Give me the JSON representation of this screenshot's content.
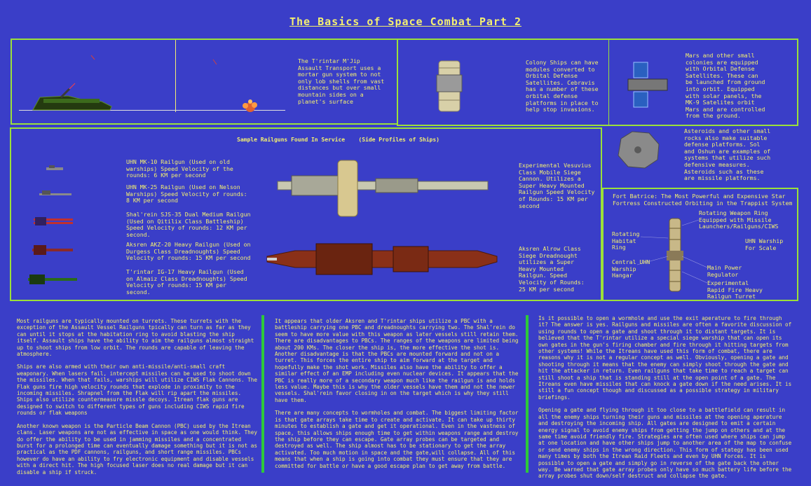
{
  "title": "The Basics of Space Combat Part 2",
  "assault": {
    "text": "The T'rintar M'Jip\nAssault Transport uses a\nmortar gun system to not\nonly lob shells from vast\ndistances but over small\nmountain sides on a\nplanet's surface"
  },
  "colony": {
    "text": "Colony Ships can have\nmodules converted to\nOrbital Defense\nSatellites. Cebravis\nhas a number of these\norbital defense\nplatforms in place to\nhelp stop invasions."
  },
  "mars": {
    "text": "Mars and other small\ncolonies are equipped\nwith Orbital Defense\nSatellites. These can\nbe launched from ground\ninto orbit. Equipped\nwith solar panels, the\nMK-9 Satelites orbit\nMars and are controlled\nfrom the ground."
  },
  "asteroids": {
    "text": "Asteroids and other small\nrocks also make suitable\ndefense platforms. Sol\nand Oshun are examples of\nsystems that utilize such\ndefensive measures.\nAsteroids such as these\nare missile platforms."
  },
  "railguns": {
    "heading": "Sample Railguns Found In Service    (Side Profiles of Ships)",
    "items": [
      "UHN MK-10 Railgun (Used on old\nwarships) Speed Velocity of the\nrounds: 6 KM per second",
      "UHN MK-25 Railgun (Used on Nelson\nWarships) Speed Velocity of rounds:\n8 KM per second",
      "Shal'rein SJS-35  Dual Medium Railgun\n(Used on Qitilix Class Battleship)\nSpeed Velocity of rounds: 12 KM per\nsecond.",
      "Aksren AKZ-20 Heavy Railgun (Used on\nDurgess Class Dreadnoughts) Speed\nVelocity of rounds: 15 KM per second",
      "T'rintar IG-17 Heavy Railgun (Used\non Almaiz Class Dreadnoughts) Speed\nVelocity of rounds: 15 KM per\nsecond."
    ],
    "vesuvius": "Experimental Vesuvius\nClass Mobile Siege\nCannon. Utilizes a\nSuper Heavy Mounted\nRailgun Speed Velocity\nof Rounds: 15 KM per\nsecond",
    "alrow": "Aksren Alrow Class\nSiege Dreadnought\nutilizes a Super\nHeavy Mounted\nRailgun. Speed\nVelocity of Rounds:\n25 KM per second"
  },
  "fortress": {
    "heading": "Fort Batrice: The Most Powerful and Expensive Star\nFortress Constructed Orbiting in the Trappist System",
    "ring": "Rotating Weapon Ring\nEquipped with Missile\nLaunchers/Railguns/CIWS",
    "habitat": "Rotating\nHabitat\nRing",
    "hangar": "Central UHN\nWarship\nHangar",
    "scale": "UHN Warship\nFor Scale",
    "power": "Main Power\nRegulator",
    "turret": "Experimental\nRapid Fire Heavy\nRailgun Turret"
  },
  "columns": {
    "col1": [
      "Most railguns are typically mounted on turrets. These turrets with the exception of the Assault Vessel Railguns tpically can turn as far as they can until it stops at the habitation ring to avoid blasting the ship itself. Assault ships have the ability to aim the railguns almost straight up to shoot ships from low orbit. The rounds are capable of leaving the atmosphere.",
      "Ships are also armed with their own anti-missile/anti-small craft weaponary. When lasers fail, intercept missiles can be used to shoot down the missiles. When that fails, warships will utilize CIWS Flak Cannons. The Flak guns fire high velocity rounds that explode in proximity to the incoming missiles. Shrapnel from the Flak will rip apart the missiles. Ships also utilize countermeasure missle decoys. Itrean flak guns are designed to switch to different types of guns including CIWS rapid fire rounds or flak weapons",
      "Another known weapon is the Particle Beam Cannon (PBC) used by the Itrean clans. Laser weapons are not as effective in space as one would think. They do offer the ability to be used in jamming missiles and a concentrated burst for a prolonged time can eventually damage something but it is not as practical as the PDF cannons, railguns, and short range missiles. PBCs however do have an ability to fry electronic equipment and disable vessels with a direct hit. The high focused laser does no real damage but it can disable a ship if struck."
    ],
    "col2": [
      "It appears that older Aksren and T'rintar ships utilize a PBC with a battleship carrying one PBC and dreadnoughts carrying two. The Shal'rein do seem to have more value with this weapon as later vessels still retain them. There are disadvantages to PBCs. The ranges of the weapons are limited being about 200 KMs. The closer the ship is, the more effective the shot is. Another disadvantage is that the PBCs are mounted forward and not on a turret. This forces the entire ship to aim forward at the target and hopefully make the shot work. Missiles also have the ability to offer a similar effect of an EMP including even nuclear devices. It appears that the PBC is really more of a secondary weapon much like the railgun is and holds less value. Maybe this is why the older vessels have them and not the newer vessels. Shal'rein favor closing in on the target which is why they still have them.",
      "There are many concepts to wormholes and combat. The biggest limiting factor is that gate arrays take time to create and activate. It can take up thirty minutes to establish a gate and get it operational. Even in the vastness of space, this allows ships enough time to get within weapons range and destroy the ship before they can escape. Gate array probes can be targeted and destroyed as well. The ship almost has to be stationary to get the array activated. Too much motion in space and the gate,will collapse. All of this means that when a ship is going into combat they must ensure that they are committed for battle or have a good escape plan to get away from battle."
    ],
    "col3": [
      "Is it possible to open a wormhole and use the exit aperature to fire through it? The answer is yes. Railguns and missiles are often a favorite discussion of using rounds to open a gate and shoot through it to distant targets. It is believed that the T'rintar utilize a special siege warship that can open its own gates in the gun's firing chamber and fire through it hitting targets from other systems! While the Itreans have used this form of combat, there are reasons why it is not a regular concept as well. Obviously, opening a gate and shooting through it means that the enemy can simply shoot through the gate and hit the attacker in return. Even railguns that take time to reach a target can still shoot a ship that is standing still at the open point of a gate. The Itreans even have missiles that can knock a gate down if the need arises. It is still a fun concept though and discussed as a possible strategy in military briefings.",
      "Opening a gate and flying through it too close to a battlefield can result in all the enemy ships turning their guns and missiles at the opening aperature and destroying the incoming ship. All gates are designed to emit a certain energy signal to avoid enemy ships from getting the jump on others and at the same time avoid friendly fire. Strategies are often used where ships can jump at one location and have other ships jump to another area of the map to confuse or send enemy ships in the wrong direction. This form of stategy has been used many times by both the Itrean Raid Fleets and even by UHN Forces. It is possible to open a gate and simply go in reverse of the gate back the other way. Be warned that gate array probes only have so much battery life before the array probes shut down/self destruct and collapse the gate."
    ]
  }
}
